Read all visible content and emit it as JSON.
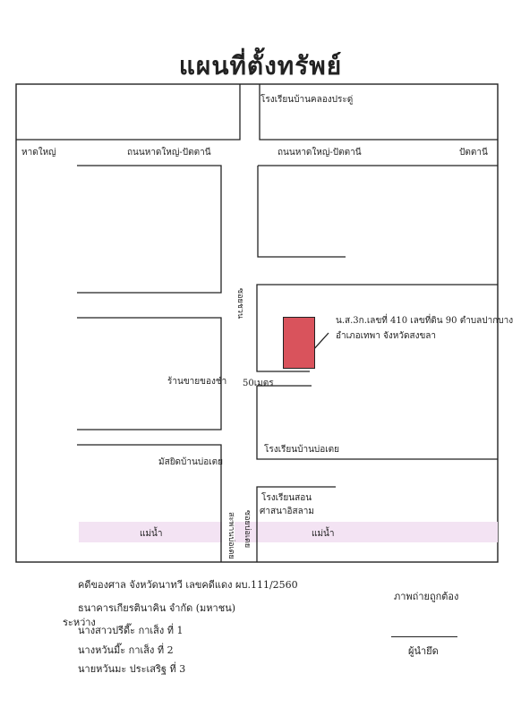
{
  "document": {
    "title": "แผนที่ตั้งทรัพย์"
  },
  "map": {
    "labels": {
      "school_top": "โรงเรียนบ้านคลองประดู่",
      "hatyai": "หาดใหญ่",
      "road_left": "ถนนหาดใหญ่-ปัตตานี",
      "road_right": "ถนนหาดใหญ่-ปัตตานี",
      "pattani": "ปัตตานี",
      "vertical_road_upper": "ซอยชวน",
      "property_line1": "น.ส.3ก.เลขที่ 410 เลขที่ดิน 90 ตำบลปากบาง",
      "property_line2": "อำเภอเทพา จังหวัดสงขลา",
      "shop": "ร้านขายของชำ",
      "distance": "50เมตร",
      "school_right": "โรงเรียนบ้านบ่อเตย",
      "mosque": "มัสยิดบ้านบ่อเตย",
      "islamic_school_line1": "โรงเรียนสอน",
      "islamic_school_line2": "ศาสนาอิสลาม",
      "vertical_road_lower_left": "สะพานบ่อเตย",
      "vertical_road_lower_right": "ซอยบ่อเตย",
      "river_left": "แม่น้ำ",
      "river_right": "แม่น้ำ"
    },
    "colors": {
      "property": "#d9535c",
      "river": "#f3e3f3"
    }
  },
  "case": {
    "court": "คดีของศาล จังหวัดนาทวี เลขคดีแดง ผบ.111/2560",
    "between_label": "ระหว่าง",
    "plaintiff": "ธนาคารเกียรตินาคิน จำกัด (มหาชน)",
    "defendant1": "นางสาวปรีดี๊ะ กาเส็ง  ที่ 1",
    "defendant2": "นางหวันมี๊ะ กาเส็ง  ที่ 2",
    "defendant3": "นายหวันมะ ประเสริฐ  ที่ 3"
  },
  "certification": {
    "statement": "ภาพถ่ายถูกต้อง",
    "signer": "ผู้นำยึด"
  }
}
